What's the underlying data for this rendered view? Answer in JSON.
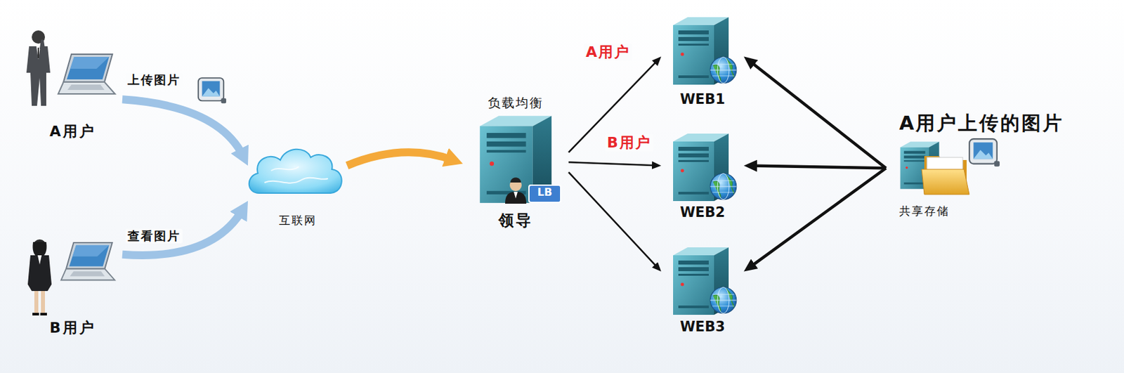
{
  "diagram": {
    "nodes": [
      {
        "text": [
          "A用户"
        ]
      },
      {
        "text": [
          "B用户"
        ]
      },
      {
        "text": [
          "互联网"
        ]
      },
      {
        "text": [
          "负载均衡",
          "LB",
          "领导"
        ]
      },
      {
        "text": [
          "WEB1"
        ]
      },
      {
        "text": [
          "WEB2"
        ]
      },
      {
        "text": [
          "WEB3"
        ]
      },
      {
        "text": [
          "A用户上传的图片",
          "共享存储"
        ]
      }
    ],
    "edges": [
      {
        "from": 0,
        "to": 2,
        "label": "上传图片",
        "arrow": "to"
      },
      {
        "from": 1,
        "to": 2,
        "label": "查看图片",
        "arrow": "to"
      },
      {
        "from": 2,
        "to": 3,
        "arrow": "to"
      },
      {
        "from": 3,
        "to": 4,
        "label": "A用户",
        "arrow": "to"
      },
      {
        "from": 3,
        "to": 5,
        "label": "B用户",
        "arrow": "to"
      },
      {
        "from": 3,
        "to": 6,
        "arrow": "to"
      },
      {
        "from": 7,
        "to": 4,
        "arrow": "to"
      },
      {
        "from": 7,
        "to": 5,
        "arrow": "to"
      },
      {
        "from": 7,
        "to": 6,
        "arrow": "to"
      }
    ]
  }
}
